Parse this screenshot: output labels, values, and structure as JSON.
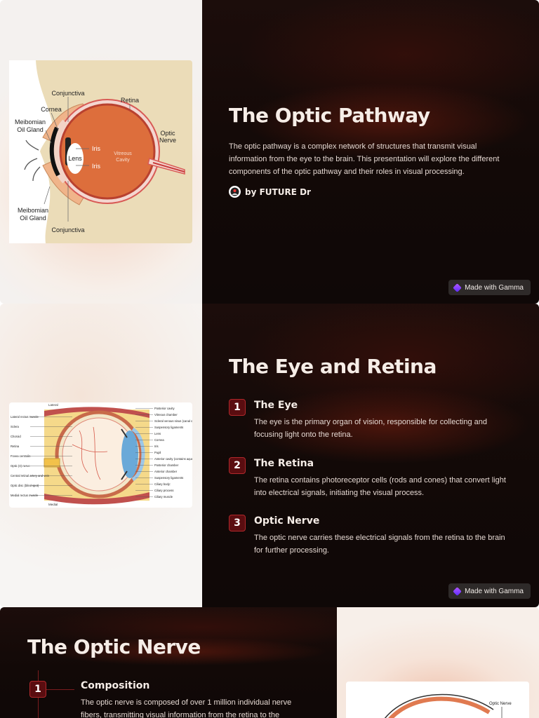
{
  "slide1": {
    "title": "The Optic Pathway",
    "description": "The optic pathway is a complex network of structures that transmit visual information from the eye to the brain. This presentation will explore the different components of the optic pathway and their roles in visual processing.",
    "author": "by FUTURE Dr",
    "badge": "Made with Gamma",
    "diagram": {
      "labels": {
        "conjunctiva_top": "Conjunctiva",
        "retina": "Retina",
        "cornea": "Cornea",
        "meibomian_top_1": "Meibomian",
        "meibomian_top_2": "Oil Gland",
        "iris_top": "Iris",
        "optic_1": "Optic",
        "optic_2": "Nerve",
        "lens": "Lens",
        "vitreous_1": "Vitreous",
        "vitreous_2": "Cavity",
        "iris_bottom": "Iris",
        "meibomian_bottom_1": "Meibomian",
        "meibomian_bottom_2": "Oil Gland",
        "conjunctiva_bottom": "Conjunctiva"
      }
    }
  },
  "slide2": {
    "title": "The Eye and Retina",
    "badge": "Made with Gamma",
    "items": [
      {
        "num": "1",
        "title": "The Eye",
        "text": "The eye is the primary organ of vision, responsible for collecting and focusing light onto the retina."
      },
      {
        "num": "2",
        "title": "The Retina",
        "text": "The retina contains photoreceptor cells (rods and cones) that convert light into electrical signals, initiating the visual process."
      },
      {
        "num": "3",
        "title": "Optic Nerve",
        "text": "The optic nerve carries these electrical signals from the retina to the brain for further processing."
      }
    ],
    "diagram": {
      "top": "Lateral",
      "bottom": "Medial",
      "left_labels": [
        "Lateral rectus muscle",
        "Sclera",
        "Choroid",
        "Retina",
        "Fovea centralis",
        "Optic (II) nerve",
        "Central retinal artery and vein",
        "Optic disc (blind spot)",
        "Medial rectus muscle"
      ],
      "right_labels": [
        "Posterior cavity",
        "Vitreous chamber",
        "Scleral venous sinus (canal of Schlemm)",
        "Suspensory ligaments",
        "Lens",
        "Cornea",
        "Iris",
        "Pupil",
        "Anterior cavity (contains aqueous humor)",
        "Posterior chamber",
        "Anterior chamber",
        "Suspensory ligaments",
        "Ciliary body:",
        "Ciliary process",
        "Ciliary muscle"
      ]
    }
  },
  "slide3": {
    "title": "The Optic Nerve",
    "items": [
      {
        "num": "1",
        "title": "Composition",
        "text": "The optic nerve is composed of over 1 million individual nerve fibers, transmitting visual information from the retina to the"
      }
    ],
    "diagram": {
      "label": "Optic Nerve"
    }
  },
  "colors": {
    "accent": "#b0282b",
    "dark_bg": "#120907",
    "text": "#f6ede7"
  }
}
